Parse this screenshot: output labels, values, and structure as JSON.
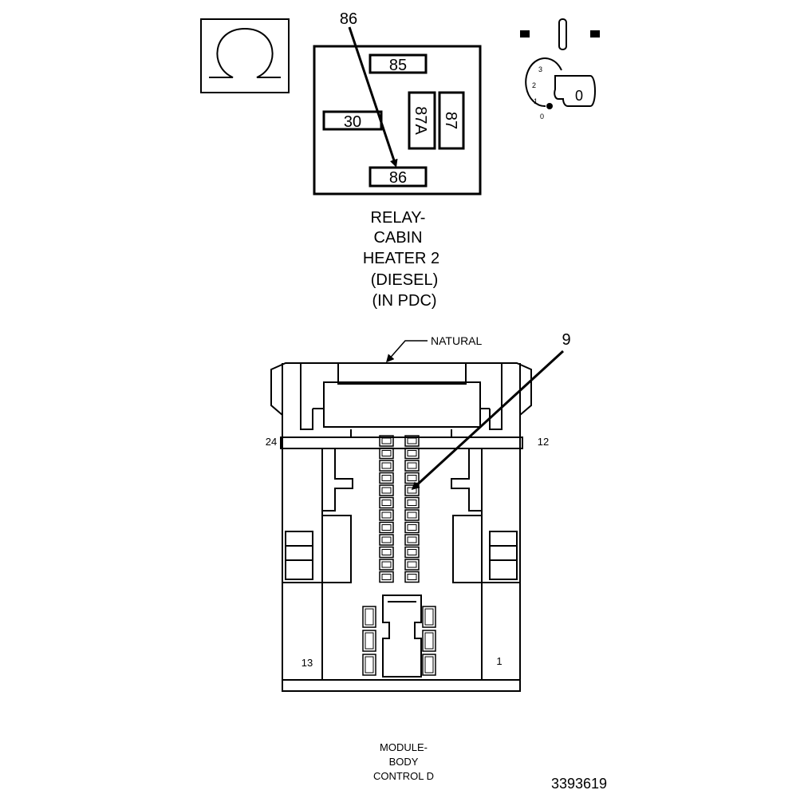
{
  "relay": {
    "callout": "86",
    "terminals": {
      "t85": "85",
      "t30": "30",
      "t87a": "87A",
      "t87": "87",
      "t86": "86"
    },
    "caption": [
      "RELAY-",
      "CABIN",
      "HEATER 2",
      "(DIESEL)",
      "(IN PDC)"
    ]
  },
  "ignition": {
    "key_label": "0",
    "positions": [
      "3",
      "2",
      "1",
      "0"
    ]
  },
  "connector": {
    "color_label": "NATURAL",
    "callout": "9",
    "pin_labels": {
      "top_left": "24",
      "top_right": "12",
      "bottom_left": "13",
      "bottom_right": "1"
    },
    "caption": [
      "MODULE-",
      "BODY",
      "CONTROL D"
    ]
  },
  "figure_id": "3393619"
}
